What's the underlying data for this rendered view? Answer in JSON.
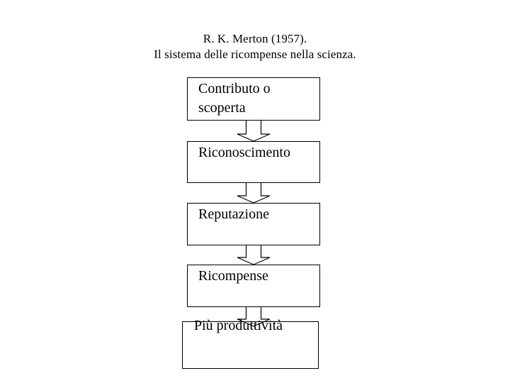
{
  "slide": {
    "background_color": "#ffffff",
    "text_color": "#000000",
    "title": {
      "line1": "R. K. Merton (1957).",
      "line2": "Il sistema delle ricompense nella scienza."
    },
    "diagram": {
      "type": "flowchart",
      "orientation": "vertical",
      "connector_icon": "down-arrow-icon",
      "nodes": [
        {
          "id": "contributo",
          "label": "Contributo o\nscoperta"
        },
        {
          "id": "riconoscimento",
          "label": "Riconoscimento"
        },
        {
          "id": "reputazione",
          "label": "Reputazione"
        },
        {
          "id": "ricompense",
          "label": "Ricompense"
        },
        {
          "id": "produttivita",
          "label": "Più produttività"
        }
      ],
      "edges": [
        {
          "from": "contributo",
          "to": "riconoscimento"
        },
        {
          "from": "riconoscimento",
          "to": "reputazione"
        },
        {
          "from": "reputazione",
          "to": "ricompense"
        },
        {
          "from": "ricompense",
          "to": "produttivita"
        }
      ]
    }
  }
}
